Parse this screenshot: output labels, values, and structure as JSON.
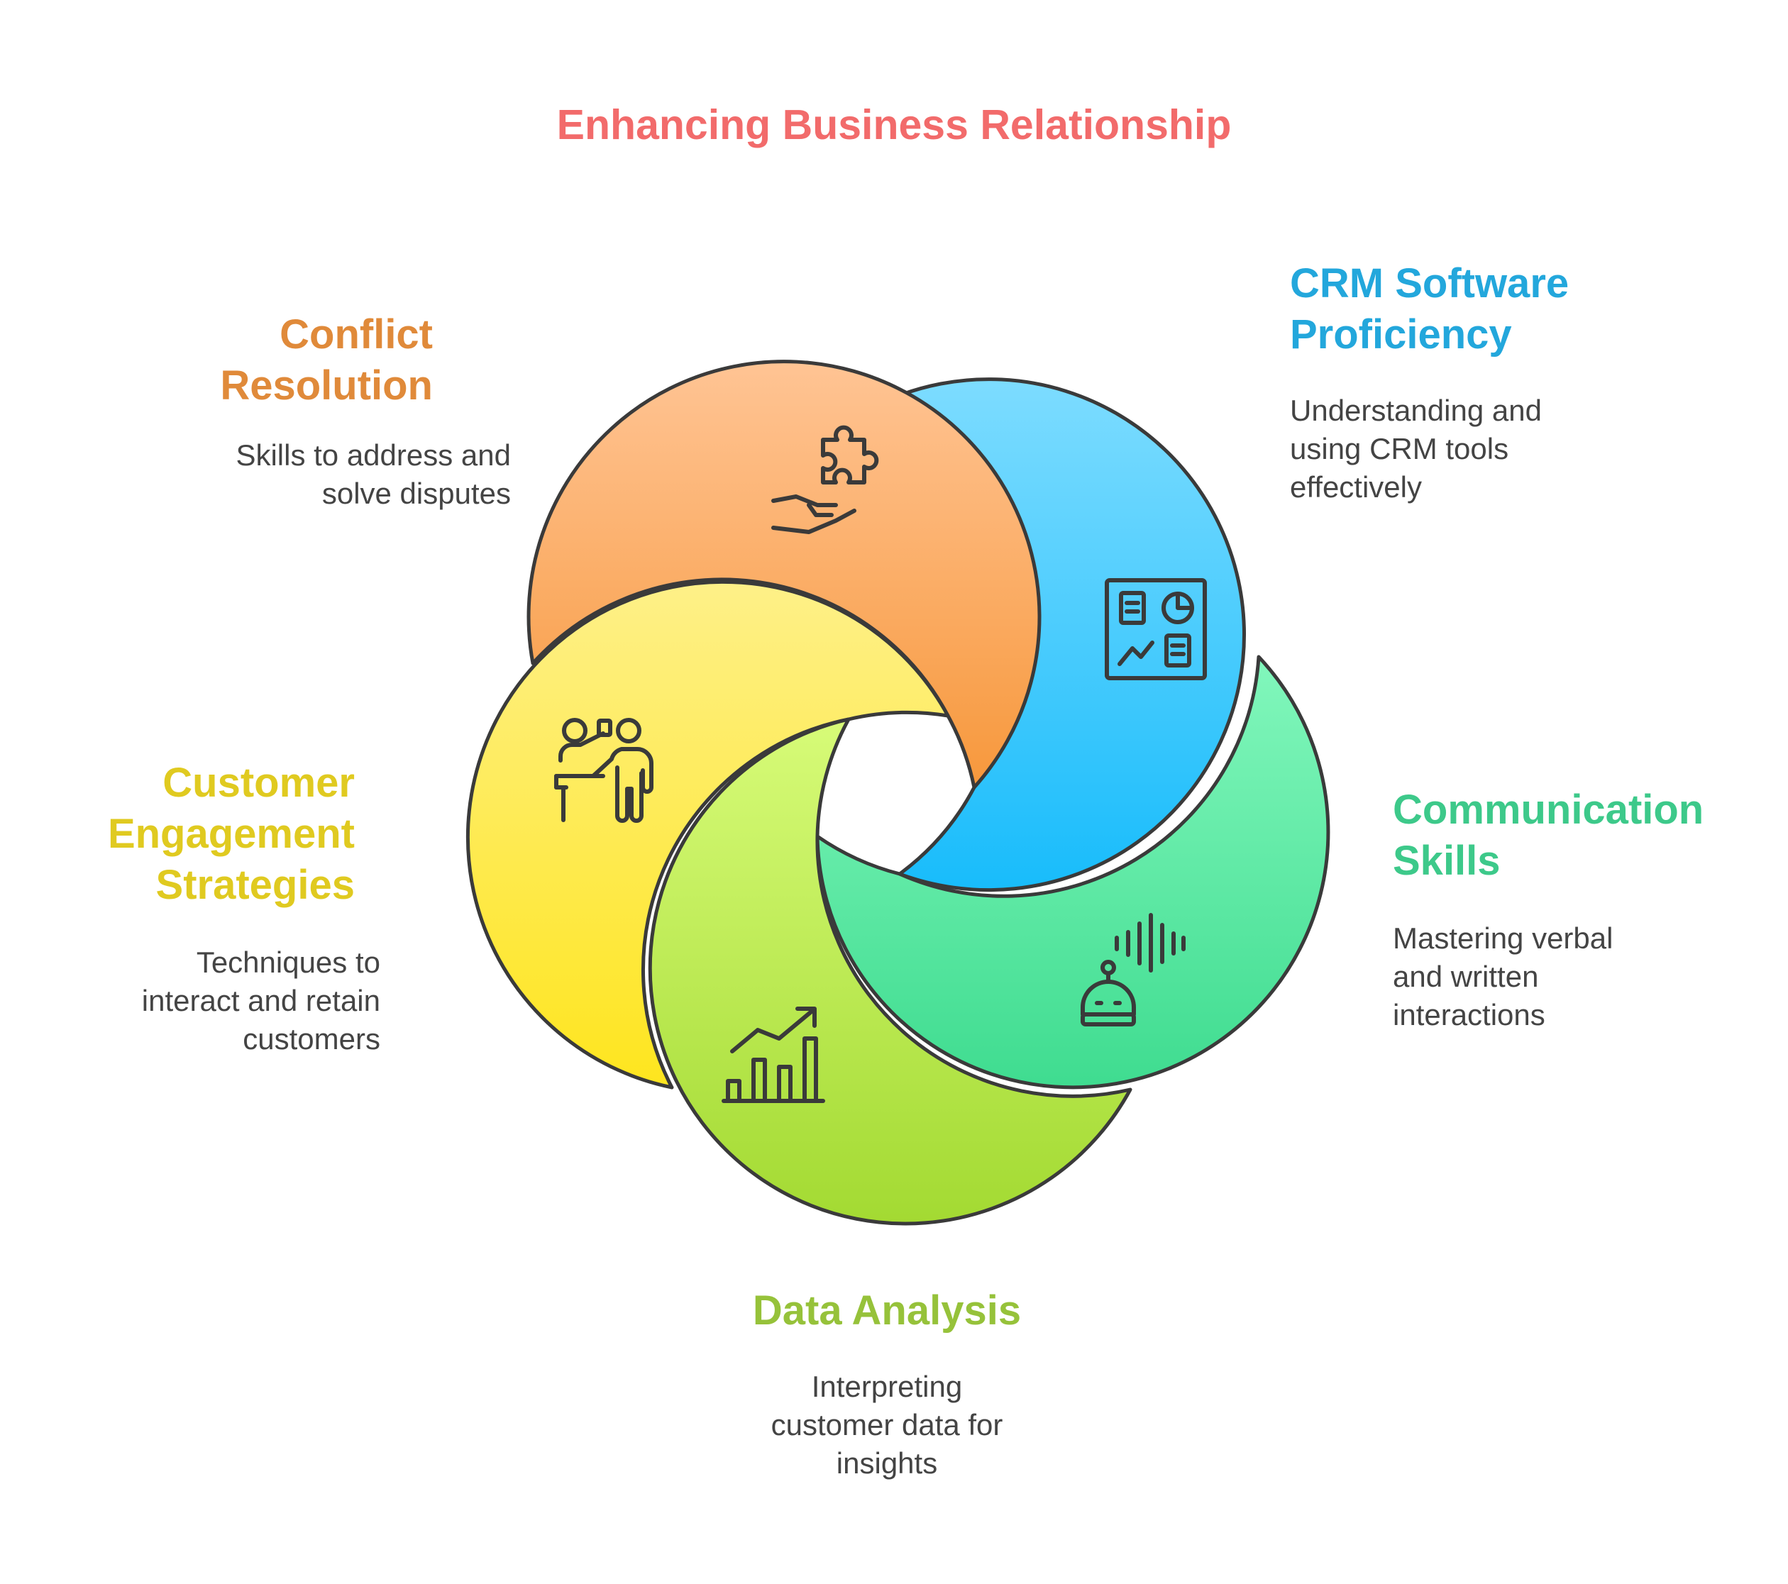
{
  "title": "Enhancing Business Relationship",
  "colors": {
    "title": "#f26b6b",
    "conflict": "#e08a3a",
    "crm": "#23a7dc",
    "communication": "#3dc98a",
    "data": "#96c23a",
    "customer": "#e0ca20",
    "outline": "#3a3a3a",
    "body_text": "#444444"
  },
  "segments": [
    {
      "id": "conflict",
      "heading_lines": [
        "Conflict",
        "Resolution"
      ],
      "description_lines": [
        "Skills to address and",
        "solve disputes"
      ],
      "icon": "puzzle-hand-icon"
    },
    {
      "id": "crm",
      "heading_lines": [
        "CRM Software",
        "Proficiency"
      ],
      "description_lines": [
        "Understanding and",
        "using CRM tools",
        "effectively"
      ],
      "icon": "dashboard-icon"
    },
    {
      "id": "communication",
      "heading_lines": [
        "Communication",
        "Skills"
      ],
      "description_lines": [
        "Mastering verbal",
        "and written",
        "interactions"
      ],
      "icon": "voice-assistant-icon"
    },
    {
      "id": "data",
      "heading_lines": [
        "Data Analysis"
      ],
      "description_lines": [
        "Interpreting",
        "customer data for",
        "insights"
      ],
      "icon": "growth-chart-icon"
    },
    {
      "id": "customer",
      "heading_lines": [
        "Customer",
        "Engagement",
        "Strategies"
      ],
      "description_lines": [
        "Techniques to",
        "interact and retain",
        "customers"
      ],
      "icon": "presenter-icon"
    }
  ]
}
